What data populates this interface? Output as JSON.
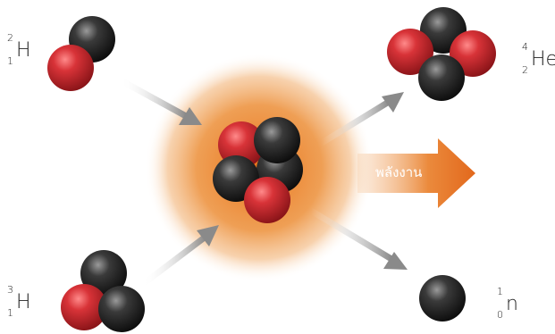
{
  "particles": {
    "deuterium": {
      "symbol": "H",
      "mass_number": "2",
      "atomic_number": "1"
    },
    "tritium": {
      "symbol": "H",
      "mass_number": "3",
      "atomic_number": "1"
    },
    "helium": {
      "symbol": "He",
      "mass_number": "4",
      "atomic_number": "2"
    },
    "neutron": {
      "symbol": "n",
      "mass_number": "1",
      "atomic_number": "0"
    }
  },
  "energy_label": "พลังงาน",
  "colors": {
    "proton": "#cc2a2f",
    "neutron": "#2b2b2b",
    "glow": "#ea8a2e",
    "energy_arrow": "#e8762a",
    "reaction_arrow": "#9a9a9a"
  }
}
